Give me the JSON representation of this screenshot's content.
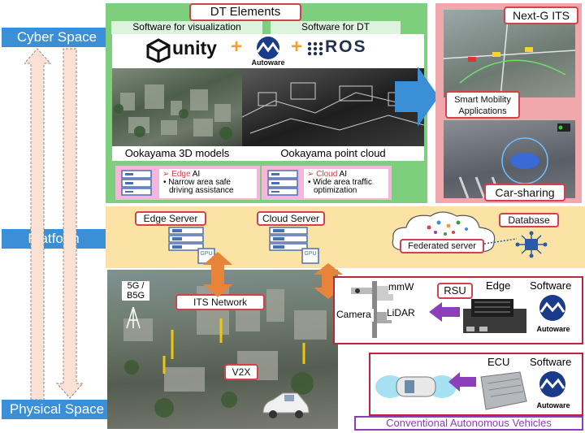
{
  "layers": {
    "cyber": "Cyber Space",
    "platform": "Platform",
    "physical": "Physical Space"
  },
  "dt": {
    "title": "DT Elements",
    "software_visualization": "Software for visualization",
    "software_dt": "Software for DT",
    "unity": "unity",
    "autoware": "Autoware",
    "ros": "ROS",
    "plus": "+",
    "model_caption": "Ookayama 3D models",
    "cloud_caption": "Ookayama point cloud"
  },
  "edge_ai": {
    "title_prefix": "Edge",
    "title_suffix": " AI",
    "bullet": "Narrow area safe driving assistance"
  },
  "cloud_ai": {
    "title_prefix": "Cloud",
    "title_suffix": " AI",
    "bullet": "Wide area traffic optimization"
  },
  "right_panel": {
    "next_g": "Next-G ITS",
    "smart_mobility": "Smart Mobility Applications",
    "car_sharing": "Car-sharing"
  },
  "platform": {
    "edge_server": "Edge Server",
    "cloud_server": "Cloud Server",
    "database": "Database",
    "federated": "Federated server",
    "gpu": "GPU"
  },
  "physical": {
    "b5g": "5G /\nB5G",
    "its_network": "ITS Network",
    "v2x": "V2X",
    "rsu": "RSU",
    "camera": "Camera",
    "mmw": "mmW",
    "lidar": "LiDAR",
    "edge": "Edge",
    "software1": "Software",
    "ecu": "ECU",
    "software2": "Software",
    "conventional": "Conventional Autonomous Vehicles"
  },
  "colors": {
    "layer_blue": "#3b8fd6",
    "dt_green": "#7dcf7d",
    "right_pink": "#f0a8ac",
    "platform_yellow": "#fbe3a6",
    "accent_red": "#d6404a",
    "arrow_orange": "#e8833a",
    "arrow_purple": "#8b3fb8"
  }
}
